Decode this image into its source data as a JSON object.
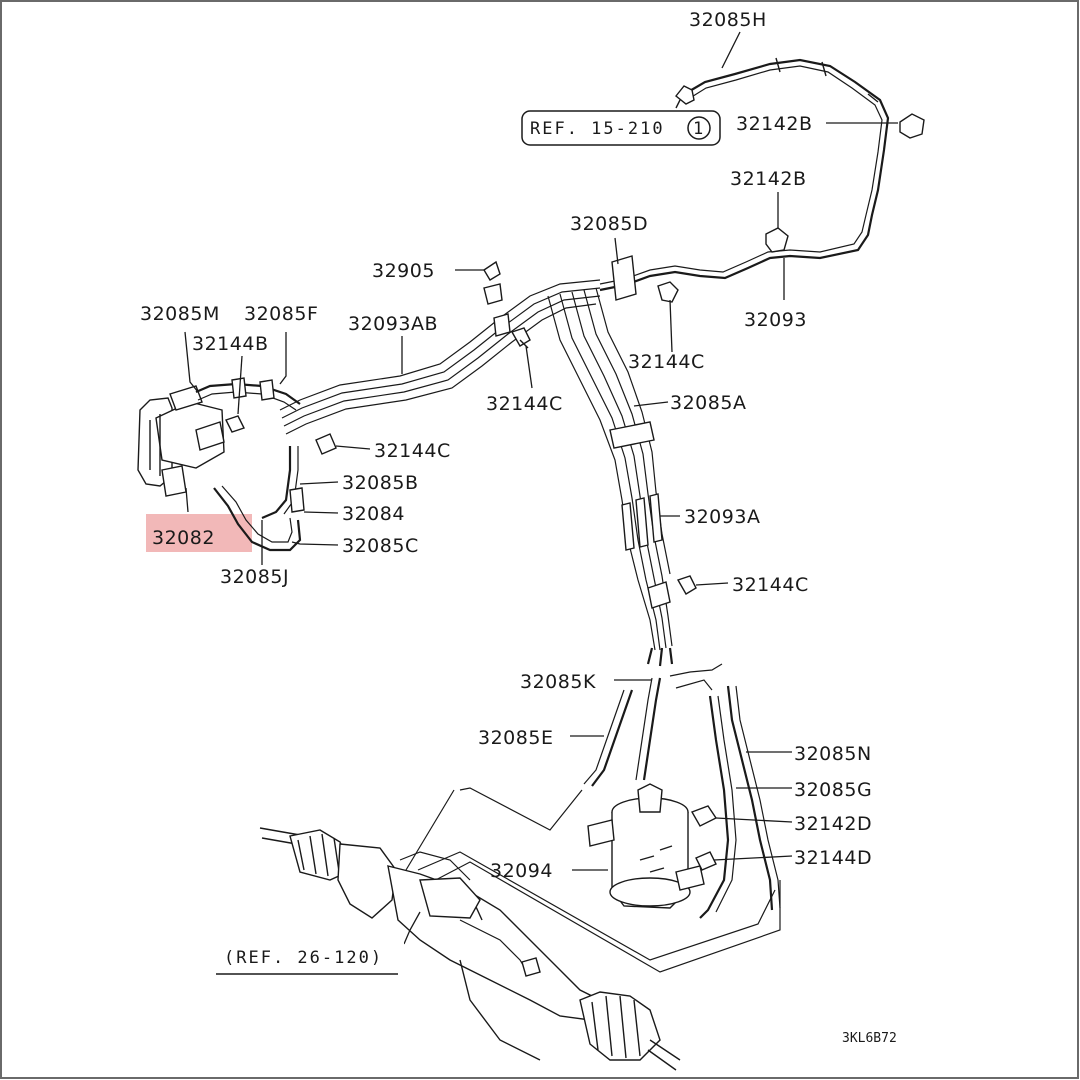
{
  "diagram": {
    "highlight_color": "#f2b8b8",
    "line_color": "#1a1a1a",
    "labels": {
      "p32085H": "32085H",
      "p32142B_top": "32142B",
      "p32142B_mid": "32142B",
      "p32085D": "32085D",
      "p32905": "32905",
      "p32085M": "32085M",
      "p32085F": "32085F",
      "p32093AB": "32093AB",
      "p32093": "32093",
      "p32144B": "32144B",
      "p32144C_a": "32144C",
      "p32144C_b": "32144C",
      "p32085A": "32085A",
      "p32144C_c": "32144C",
      "p32085B": "32085B",
      "p32084": "32084",
      "p32082": "32082",
      "p32085C": "32085C",
      "p32085J": "32085J",
      "p32093A": "32093A",
      "p32144C_d": "32144C",
      "p32085K": "32085K",
      "p32085E": "32085E",
      "p32085N": "32085N",
      "p32085G": "32085G",
      "p32142D": "32142D",
      "p32144D": "32144D",
      "p32094": "32094"
    },
    "ref_top": "REF. 15-210",
    "ref_top_circle": "1",
    "ref_bottom": "(REF. 26-120)",
    "drawing_code": "3KL6B72"
  }
}
